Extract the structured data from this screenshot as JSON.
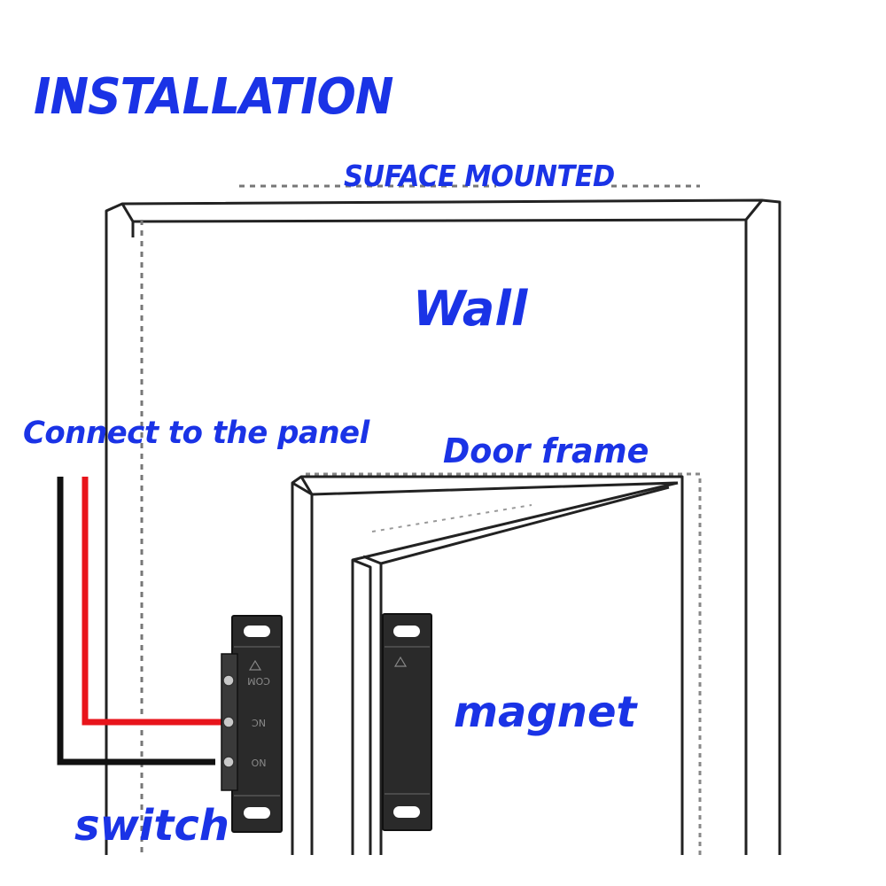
{
  "labels": {
    "title": "INSTALLATION",
    "surface": "SUFACE MOUNTED",
    "wall": "Wall",
    "connect": "Connect to the panel",
    "door_frame": "Door frame",
    "magnet": "magnet",
    "switch": "switch"
  },
  "terminals": {
    "com": "COM",
    "nc": "NC",
    "no": "NO"
  },
  "colors": {
    "label_text": "#1a33e6",
    "wire_red": "#e8141b",
    "wire_black": "#111111",
    "device_body": "#2a2a2a",
    "line": "#222222"
  }
}
